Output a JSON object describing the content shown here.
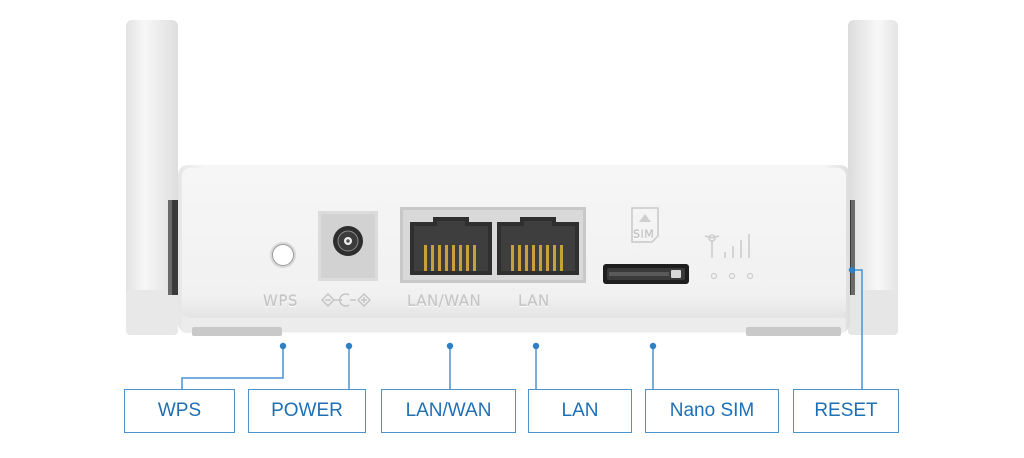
{
  "device": {
    "engraved_labels": {
      "wps": "WPS",
      "lan_wan": "LAN/WAN",
      "lan": "LAN",
      "sim_tray": "SIM"
    },
    "power_symbol_icon": "dc-polarity-icon",
    "signal_icon": "signal-strength-icon"
  },
  "callouts": {
    "wps": "WPS",
    "power": "POWER",
    "lan_wan": "LAN/WAN",
    "lan": "LAN",
    "nano_sim": "Nano SIM",
    "reset": "RESET"
  },
  "colors": {
    "callout_text": "#1f6fb5",
    "callout_border": "#4a93cf",
    "housing": "#f3f3f3",
    "port_contacts": "#c9a13a"
  }
}
